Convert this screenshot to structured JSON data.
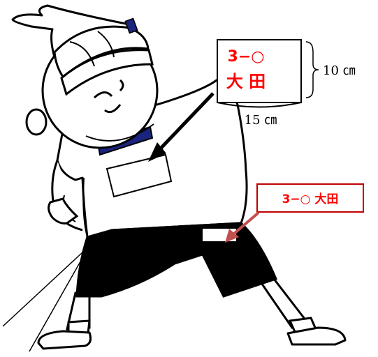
{
  "shirt_tag": {
    "line1": "3−○",
    "line2": "大 田",
    "height_label": "10 ㎝",
    "width_label": "15 ㎝",
    "text_color": "#ff0000"
  },
  "shorts_tag": {
    "label": "3−○ 大田",
    "text_color": "#ff0000",
    "border_color": "#c00000",
    "arrow_color": "#c0504d"
  },
  "colors": {
    "ink": "#000000",
    "collar": "#1a237e",
    "shorts": "#000000"
  },
  "figure": {
    "subject": "child-stretching-in-gym-clothes"
  }
}
